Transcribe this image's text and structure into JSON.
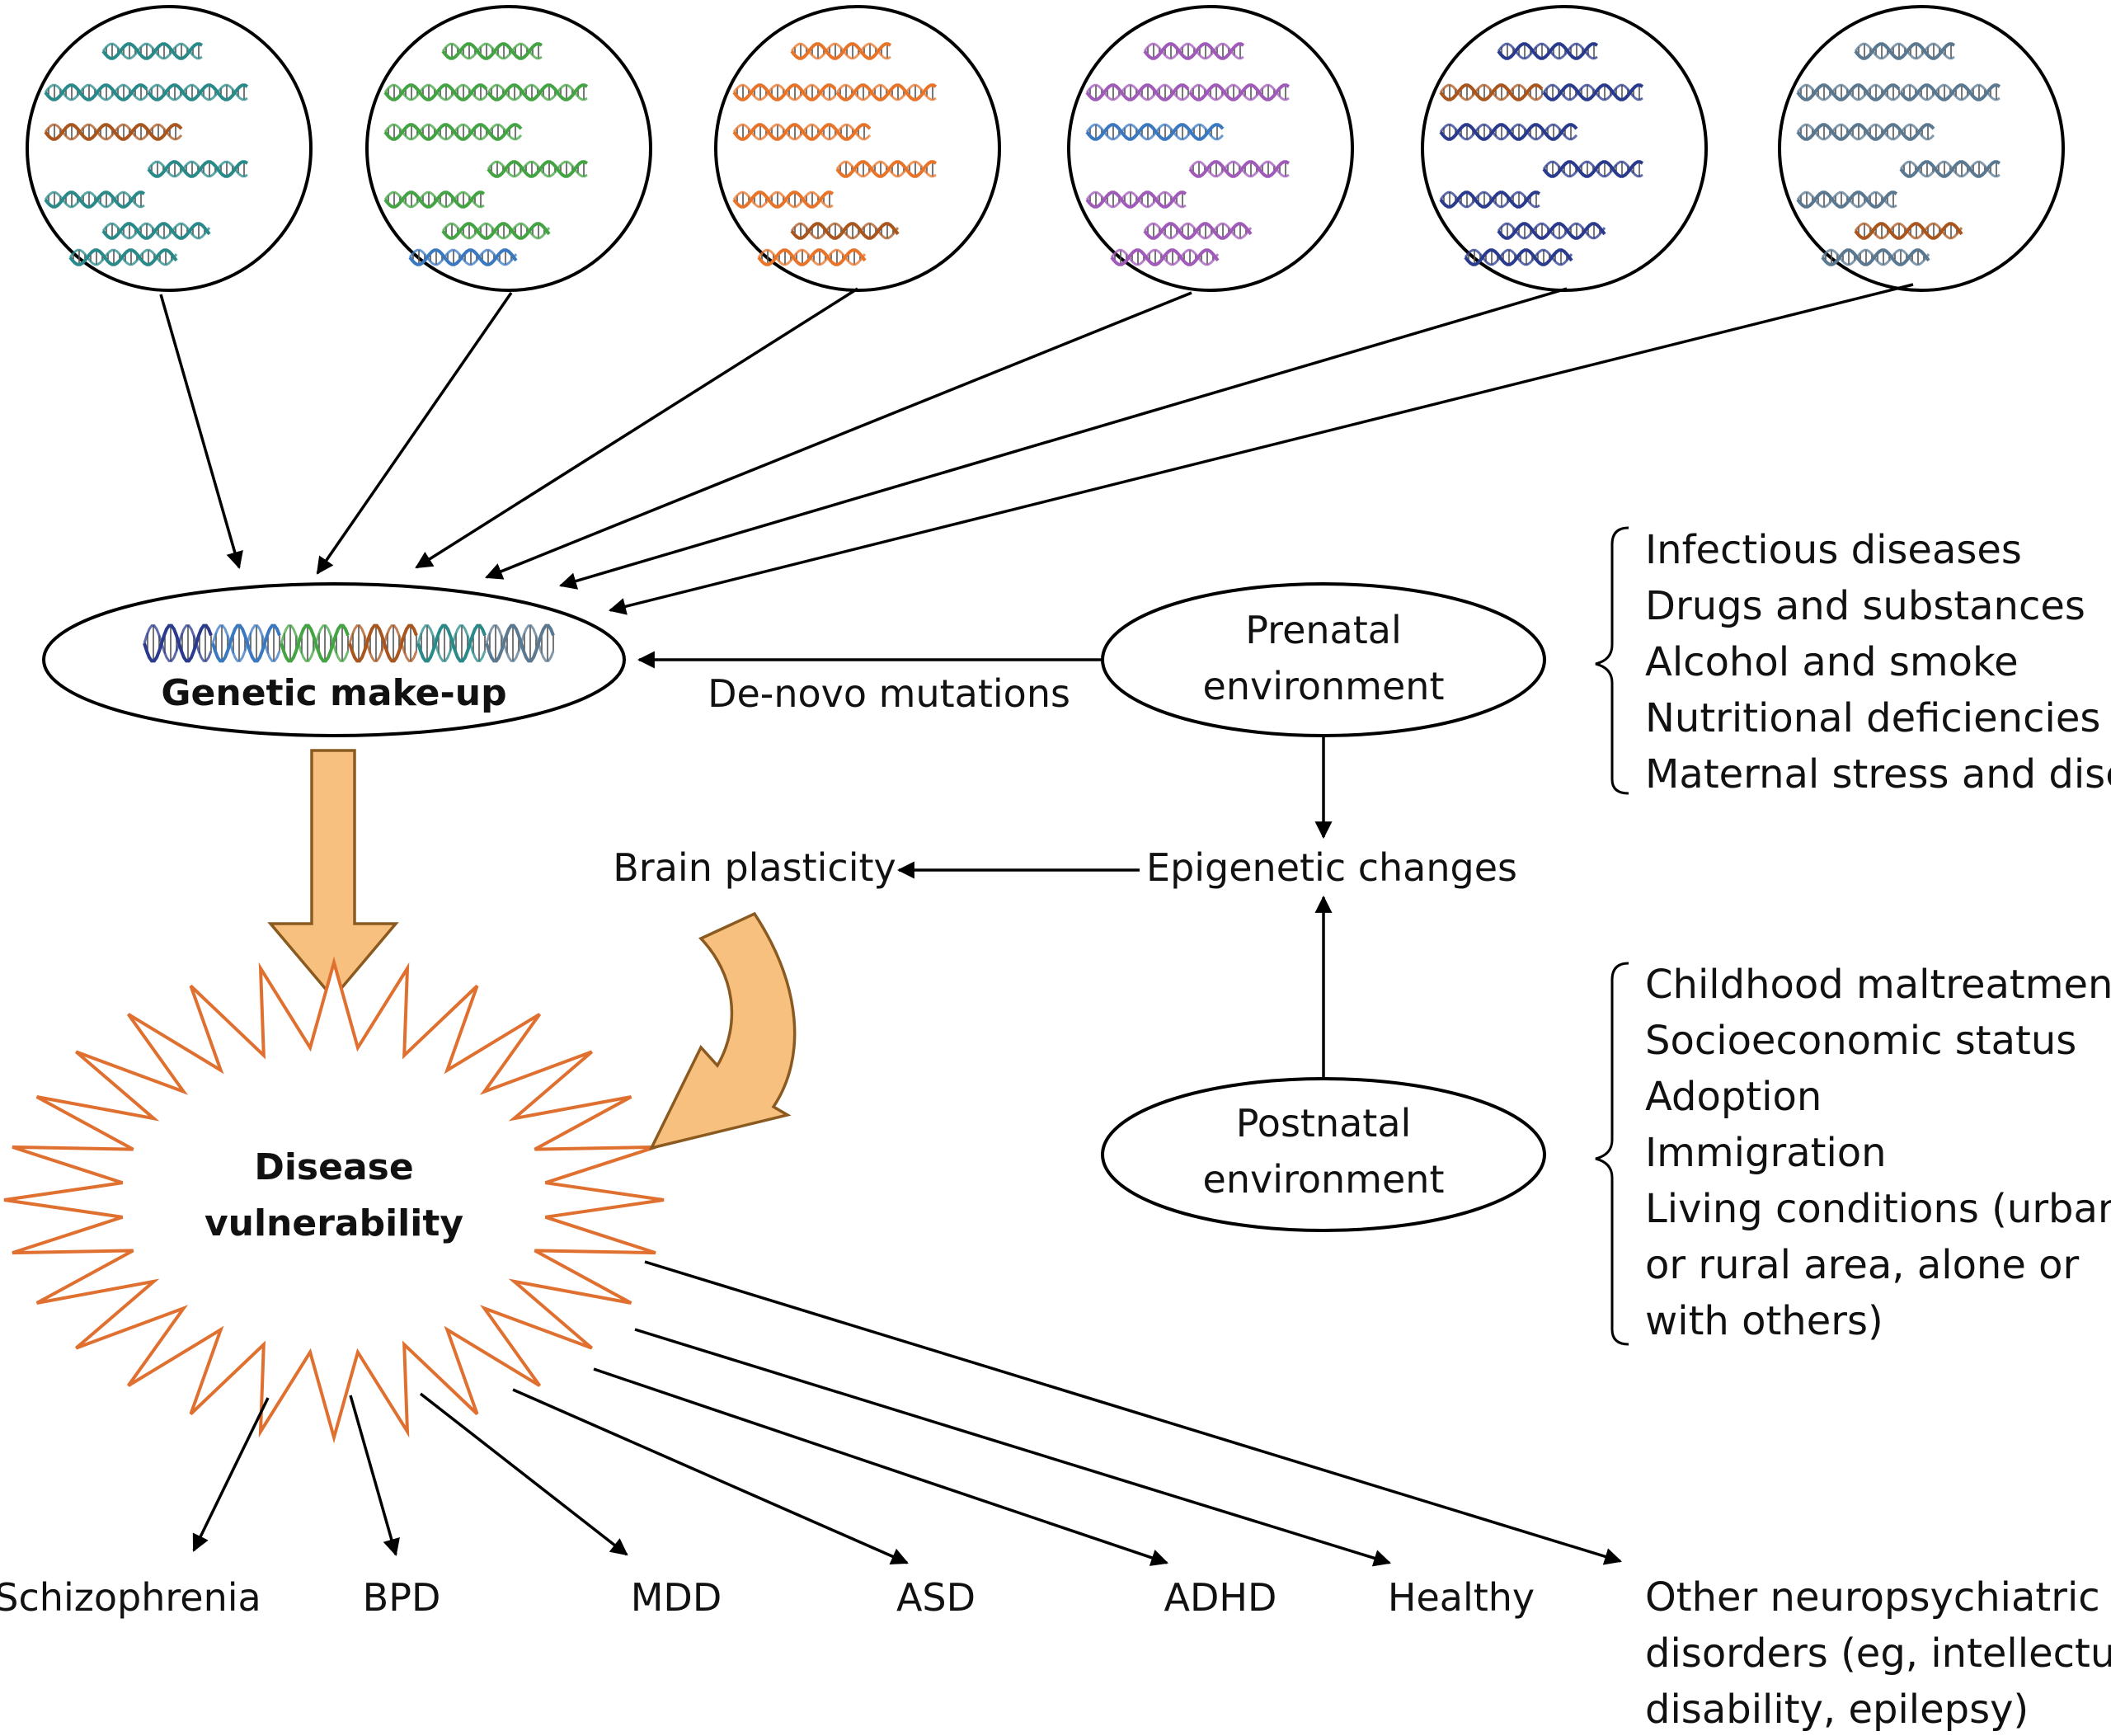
{
  "genetic_makeup": {
    "label": "Genetic make-up"
  },
  "disease": {
    "line1": "Disease",
    "line2": "vulnerability"
  },
  "denovo": {
    "label": "De-novo mutations"
  },
  "prenatal": {
    "line1": "Prenatal",
    "line2": "environment"
  },
  "postnatal": {
    "line1": "Postnatal",
    "line2": "environment"
  },
  "epigenetic": {
    "label": "Epigenetic changes"
  },
  "brain": {
    "label": "Brain plasticity"
  },
  "prenatal_factors": [
    "Infectious diseases",
    "Drugs and substances",
    "Alcohol and smoke",
    "Nutritional deficiencies",
    "Maternal stress and disease"
  ],
  "postnatal_factors": [
    "Childhood maltreatment",
    "Socioeconomic status",
    "Adoption",
    "Immigration",
    "Living conditions (urban",
    "or rural area, alone or",
    "with others)"
  ],
  "outcomes": [
    "Schizophrenia",
    "BPD",
    "MDD",
    "ASD",
    "ADHD",
    "Healthy"
  ],
  "other_outcome": [
    "Other neuropsychiatric",
    "disorders (eg, intellectual",
    "disability, epilepsy)"
  ],
  "colors": {
    "teal": "#2a8a8a",
    "green": "#44a444",
    "orange": "#e8742a",
    "purple": "#a05ab8",
    "navy": "#2a3a8c",
    "slate": "#5a7890",
    "brown": "#a8561e",
    "blue": "#3a78c0",
    "star_stroke": "#e07030",
    "arrow_fill": "#f7c07e",
    "arrow_stroke": "#8a5a20"
  }
}
